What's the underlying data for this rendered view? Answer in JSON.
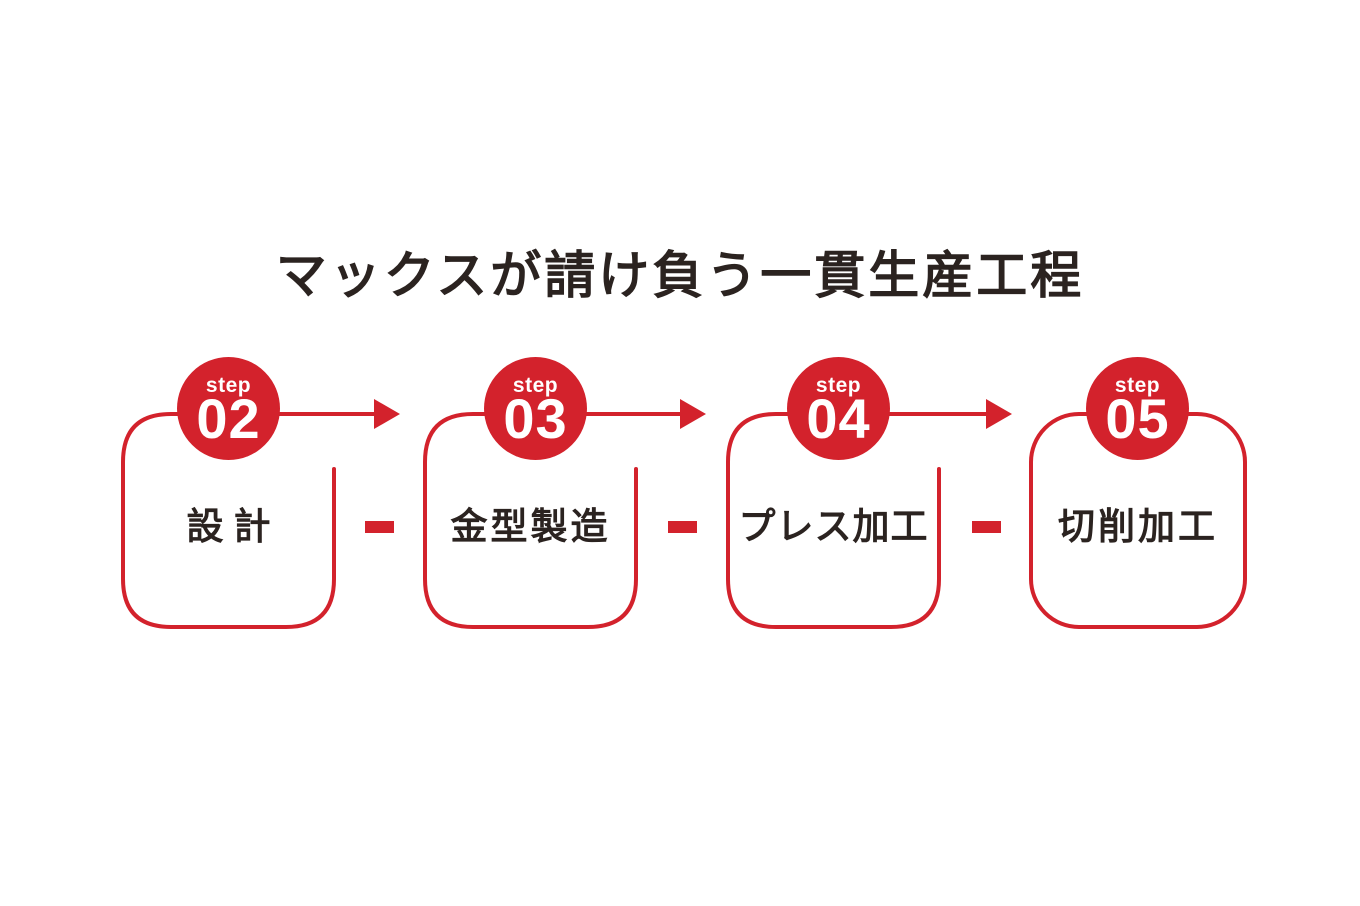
{
  "title": "マックスが請け負う一貫生産工程",
  "colors": {
    "accent_red": "#d3222c",
    "text_dark": "#2b2320",
    "background": "#ffffff",
    "badge_text": "#ffffff"
  },
  "steps": [
    {
      "step_label": "step",
      "number": "02",
      "label": "設計",
      "has_arrow": true
    },
    {
      "step_label": "step",
      "number": "03",
      "label": "金型製造",
      "has_arrow": true
    },
    {
      "step_label": "step",
      "number": "04",
      "label": "プレス加工",
      "has_arrow": true
    },
    {
      "step_label": "step",
      "number": "05",
      "label": "切削加工",
      "has_arrow": false
    }
  ],
  "connectors": {
    "arrow_icon": "arrow-right",
    "dash_icon": "dash",
    "arrow_count": 3,
    "dash_count": 3
  }
}
